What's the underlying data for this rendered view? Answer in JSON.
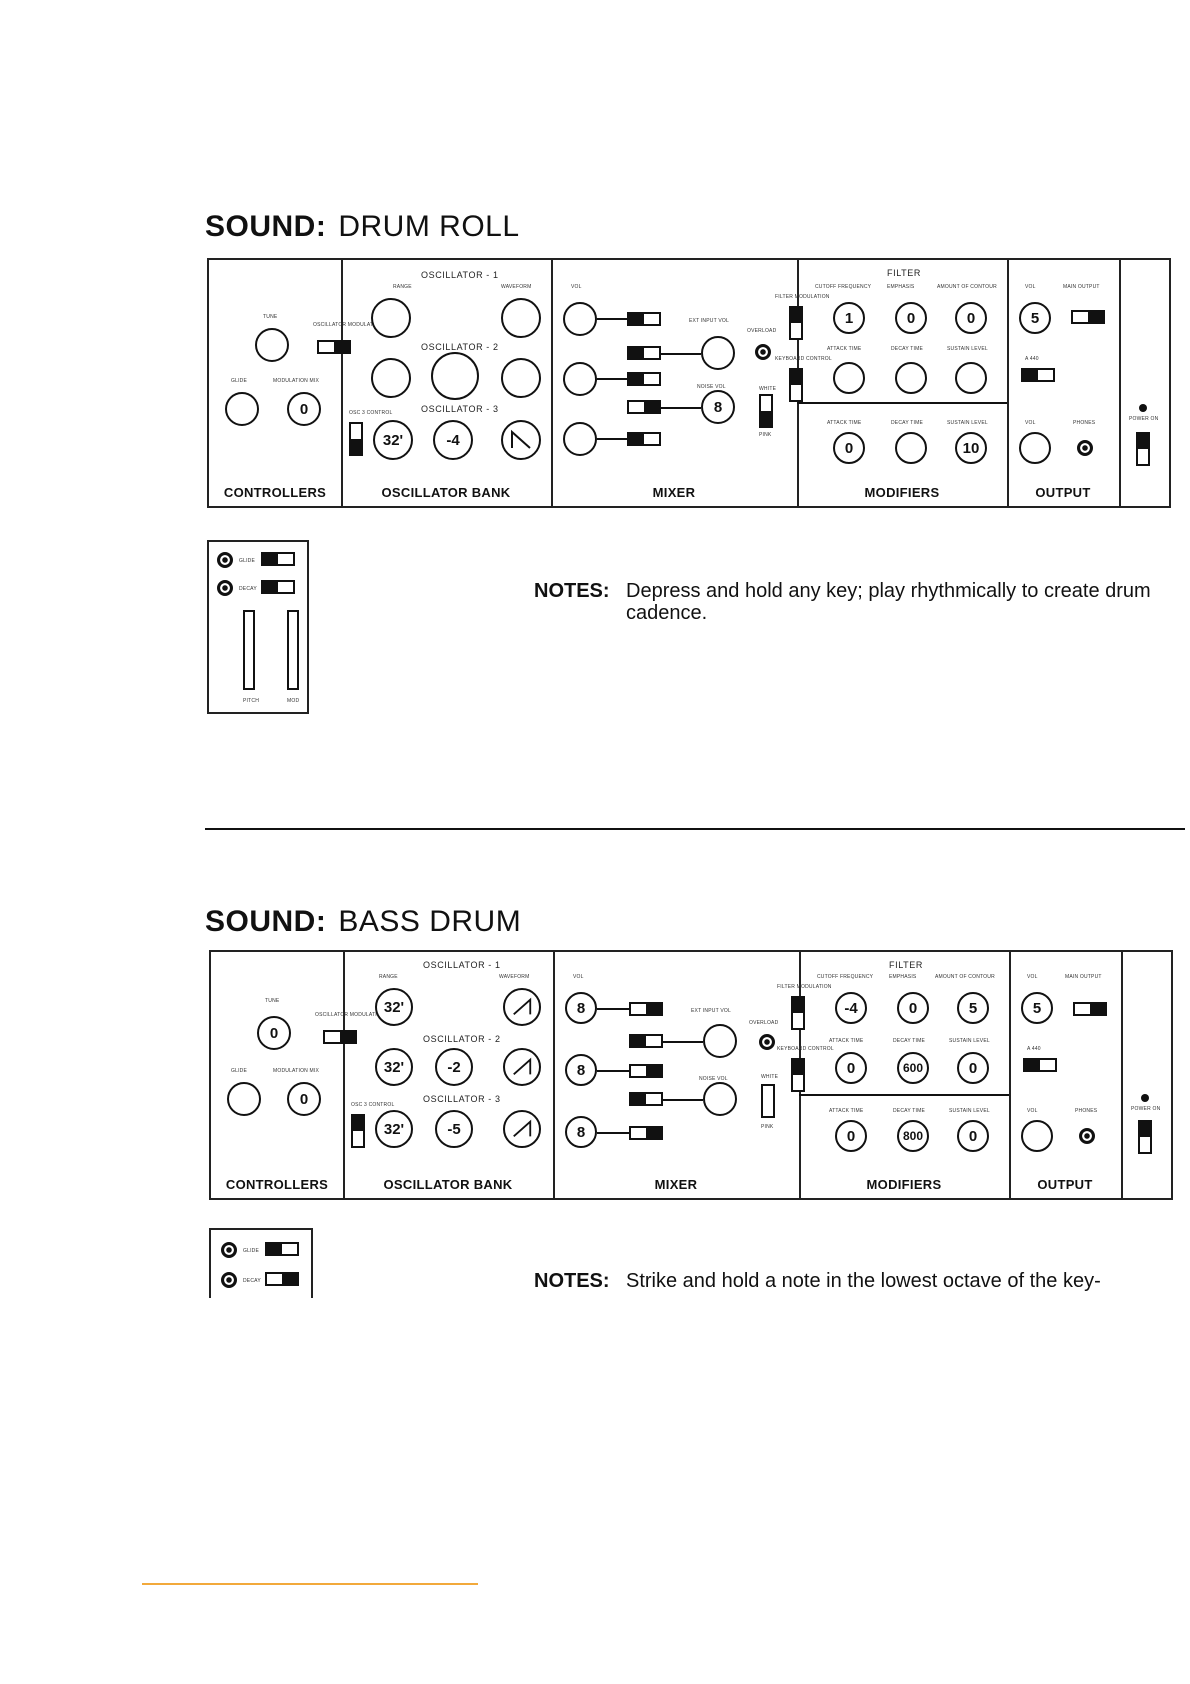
{
  "sounds": [
    {
      "label": "SOUND:",
      "name": "DRUM ROLL",
      "sections": {
        "controllers": "CONTROLLERS",
        "oscillator_bank": "OSCILLATOR BANK",
        "mixer": "MIXER",
        "modifiers": "MODIFIERS",
        "output": "OUTPUT"
      },
      "osc_headers": [
        "OSCILLATOR - 1",
        "OSCILLATOR - 2",
        "OSCILLATOR - 3"
      ],
      "filter_header": "FILTER",
      "knobs": {
        "modulation_mix": "0",
        "range_osc3": "32'",
        "freq_osc3": "-4",
        "noise_vol": "8",
        "cutoff": "1",
        "emphasis": "0",
        "amount_contour": "0",
        "mod_attack": "0",
        "mod_sustain": "10",
        "main_vol": "5"
      },
      "notes_label": "NOTES:",
      "notes_text": "Depress and hold any key; play rhythmically to create drum cadence."
    },
    {
      "label": "SOUND:",
      "name": "BASS DRUM",
      "sections": {
        "controllers": "CONTROLLERS",
        "oscillator_bank": "OSCILLATOR BANK",
        "mixer": "MIXER",
        "modifiers": "MODIFIERS",
        "output": "OUTPUT"
      },
      "osc_headers": [
        "OSCILLATOR - 1",
        "OSCILLATOR - 2",
        "OSCILLATOR - 3"
      ],
      "filter_header": "FILTER",
      "knobs": {
        "tune": "0",
        "modulation_mix": "0",
        "range_osc1": "32'",
        "range_osc2": "32'",
        "freq_osc2": "-2",
        "range_osc3": "32'",
        "freq_osc3": "-5",
        "mix_osc1": "8",
        "mix_osc2": "8",
        "mix_osc3": "8",
        "cutoff": "-4",
        "emphasis": "0",
        "amount_contour": "5",
        "attack": "0",
        "decay": "600",
        "sustain": "0",
        "mod_attack": "0",
        "mod_decay": "800",
        "mod_sustain": "0",
        "main_vol": "5"
      },
      "notes_label": "NOTES:",
      "notes_text": "Strike and hold a note in the lowest octave of the key-"
    }
  ],
  "labels": {
    "tune": "TUNE",
    "glide": "GLIDE",
    "modulation_mix": "MODULATION MIX",
    "osc_modulation": "OSCILLATOR MODULATION",
    "osc3_control": "OSC 3 CONTROL",
    "range": "RANGE",
    "waveform": "WAVEFORM",
    "vol": "VOL",
    "on": "ON",
    "ext_input_vol": "EXT INPUT VOL",
    "overload": "OVERLOAD",
    "noise_vol": "NOISE VOL",
    "white": "WHITE",
    "pink": "PINK",
    "filter_modulation": "FILTER MODULATION",
    "keyboard_control": "KEYBOARD CONTROL",
    "cutoff_frequency": "CUTOFF FREQUENCY",
    "emphasis": "EMPHASIS",
    "amount_of_contour": "AMOUNT OF CONTOUR",
    "attack_time": "ATTACK TIME",
    "decay_time": "DECAY TIME",
    "sustain_level": "SUSTAIN LEVEL",
    "main_output": "MAIN OUTPUT",
    "a440": "A 440",
    "phones": "PHONES",
    "power_on": "POWER ON",
    "glide_sw": "GLIDE",
    "decay_sw": "DECAY",
    "pitch": "PITCH",
    "mod": "MOD"
  }
}
